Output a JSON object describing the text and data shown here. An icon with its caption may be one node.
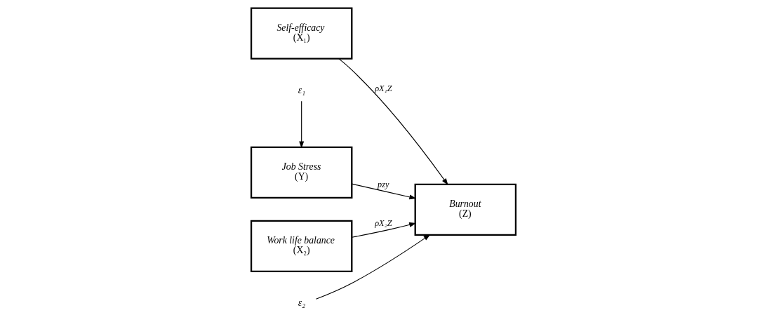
{
  "diagram": {
    "nodes": [
      {
        "text": [
          "Self-efficacy",
          "(X₁)"
        ]
      },
      {
        "text": [
          "Job Stress",
          "(Y)"
        ]
      },
      {
        "text": [
          "Burnout",
          "(Z)"
        ]
      },
      {
        "text": [
          "Work life balance",
          "(X₂)"
        ]
      },
      {
        "text": [
          "ε₁"
        ]
      },
      {
        "text": [
          "ε₂"
        ]
      }
    ],
    "edges": [
      {
        "from": 0,
        "to": 2,
        "arrow": "to",
        "label": "ρX₁Z"
      },
      {
        "from": 4,
        "to": 1,
        "arrow": "to"
      },
      {
        "from": 5,
        "to": 2,
        "arrow": "to"
      },
      {
        "from": 1,
        "to": 2,
        "arrow": "to",
        "label": "pzy"
      },
      {
        "from": 3,
        "to": 2,
        "arrow": "to",
        "label": "ρX₂Z"
      }
    ]
  }
}
